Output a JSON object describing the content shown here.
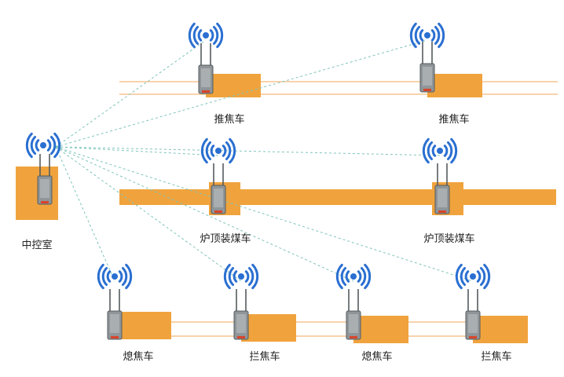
{
  "colors": {
    "cart": "#f0a33d",
    "rail_line": "#f4b97a",
    "link": "#7fc4bb",
    "signal": "#2a6fd1",
    "device_body": "#8f9598",
    "device_dark": "#555b5e",
    "device_led": "#d9442a"
  },
  "nodes": [
    {
      "id": "control-room",
      "label": "中控室"
    },
    {
      "id": "pusher-car-1",
      "label": "推焦车"
    },
    {
      "id": "pusher-car-2",
      "label": "推焦车"
    },
    {
      "id": "charging-car-1",
      "label": "炉顶装煤车"
    },
    {
      "id": "charging-car-2",
      "label": "炉顶装煤车"
    },
    {
      "id": "quench-car-1",
      "label": "熄焦车"
    },
    {
      "id": "guide-car-1",
      "label": "拦焦车"
    },
    {
      "id": "quench-car-2",
      "label": "熄焦车"
    },
    {
      "id": "guide-car-2",
      "label": "拦焦车"
    }
  ],
  "links": [
    {
      "from": "control-room",
      "to": "pusher-car-1"
    },
    {
      "from": "control-room",
      "to": "pusher-car-2"
    },
    {
      "from": "control-room",
      "to": "charging-car-1"
    },
    {
      "from": "control-room",
      "to": "charging-car-2"
    },
    {
      "from": "control-room",
      "to": "quench-car-1"
    },
    {
      "from": "control-room",
      "to": "guide-car-1"
    },
    {
      "from": "control-room",
      "to": "quench-car-2"
    },
    {
      "from": "control-room",
      "to": "guide-car-2"
    }
  ],
  "icons": {
    "signal": "wifi-signal-icon",
    "device": "wireless-bridge-icon"
  }
}
